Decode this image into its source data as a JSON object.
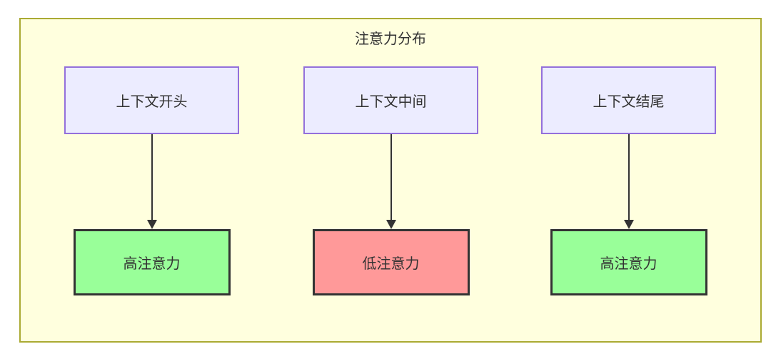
{
  "diagram": {
    "title": "注意力分布",
    "columns": [
      {
        "source": "上下文开头",
        "target": "高注意力",
        "target_type": "high"
      },
      {
        "source": "上下文中间",
        "target": "低注意力",
        "target_type": "low"
      },
      {
        "source": "上下文结尾",
        "target": "高注意力",
        "target_type": "high"
      }
    ],
    "colors": {
      "container_bg": "#FFFFDE",
      "container_border": "#AAAA33",
      "source_bg": "#ECECFF",
      "source_border": "#9370DB",
      "high_bg": "#99FF99",
      "low_bg": "#FF9999",
      "target_border": "#333333",
      "arrow": "#333333",
      "text": "#333333"
    }
  }
}
